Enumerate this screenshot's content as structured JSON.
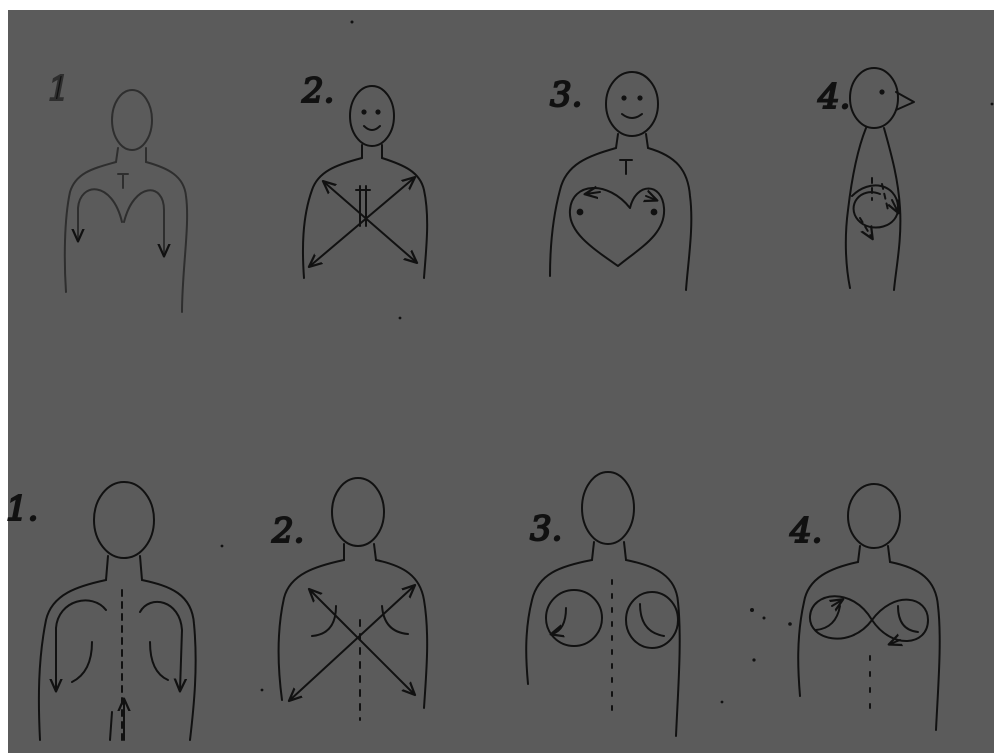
{
  "colors": {
    "paper": "#5b5b5b",
    "ink": "#111111",
    "margin": "#ffffff"
  },
  "rows": [
    {
      "name": "front-row",
      "figures": [
        {
          "label": "1",
          "icon": "front-figure-shoulder-arrows-icon"
        },
        {
          "label": "2.",
          "icon": "front-figure-cross-arrows-icon"
        },
        {
          "label": "3.",
          "icon": "front-figure-heart-arrows-icon"
        },
        {
          "label": "4.",
          "icon": "side-figure-spiral-icon"
        }
      ]
    },
    {
      "name": "back-row",
      "figures": [
        {
          "label": "1.",
          "icon": "back-figure-shoulder-arrows-icon"
        },
        {
          "label": "2.",
          "icon": "back-figure-cross-arrows-icon"
        },
        {
          "label": "3.",
          "icon": "back-figure-circles-icon"
        },
        {
          "label": "4.",
          "icon": "back-figure-infinity-icon"
        }
      ]
    }
  ]
}
